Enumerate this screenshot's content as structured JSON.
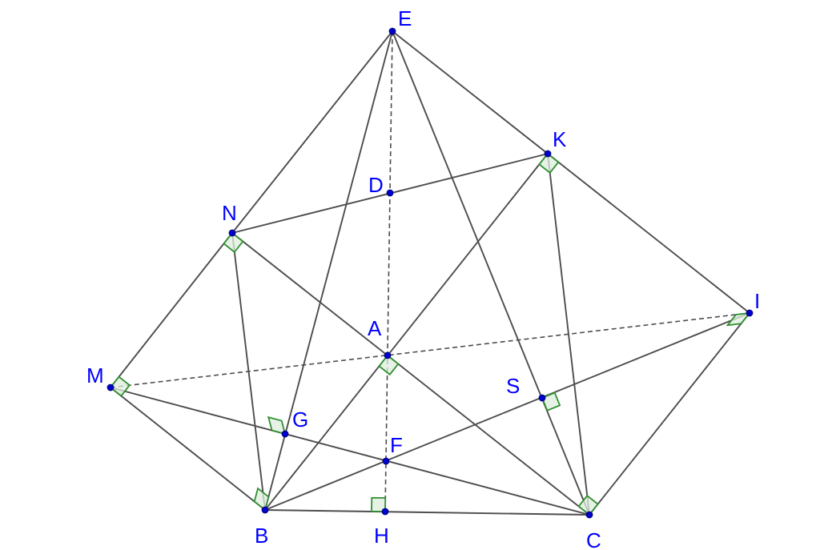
{
  "diagram": {
    "points": [
      {
        "id": "E",
        "label": "E"
      },
      {
        "id": "D",
        "label": "D"
      },
      {
        "id": "K",
        "label": "K"
      },
      {
        "id": "N",
        "label": "N"
      },
      {
        "id": "I",
        "label": "I"
      },
      {
        "id": "A",
        "label": "A"
      },
      {
        "id": "M",
        "label": "M"
      },
      {
        "id": "S",
        "label": "S"
      },
      {
        "id": "G",
        "label": "G"
      },
      {
        "id": "F",
        "label": "F"
      },
      {
        "id": "B",
        "label": "B"
      },
      {
        "id": "H",
        "label": "H"
      },
      {
        "id": "C",
        "label": "C"
      }
    ],
    "segments": [
      [
        "E",
        "N"
      ],
      [
        "E",
        "K"
      ],
      [
        "E",
        "B"
      ],
      [
        "E",
        "C"
      ],
      [
        "N",
        "K"
      ],
      [
        "N",
        "M"
      ],
      [
        "N",
        "B"
      ],
      [
        "N",
        "C"
      ],
      [
        "K",
        "I"
      ],
      [
        "K",
        "B"
      ],
      [
        "K",
        "C"
      ],
      [
        "I",
        "C"
      ],
      [
        "I",
        "B"
      ],
      [
        "M",
        "B"
      ],
      [
        "M",
        "C"
      ],
      [
        "B",
        "C"
      ]
    ],
    "dashed_segments": [
      [
        "E",
        "H"
      ],
      [
        "M",
        "I"
      ]
    ],
    "right_angles": [
      "N",
      "K",
      "I",
      "A",
      "M",
      "S",
      "G",
      "B",
      "H",
      "C"
    ],
    "colors": {
      "point": "#0000cc",
      "label": "#0000ff",
      "line": "#4d4d4d",
      "right_angle": "#2f8f2f"
    }
  }
}
